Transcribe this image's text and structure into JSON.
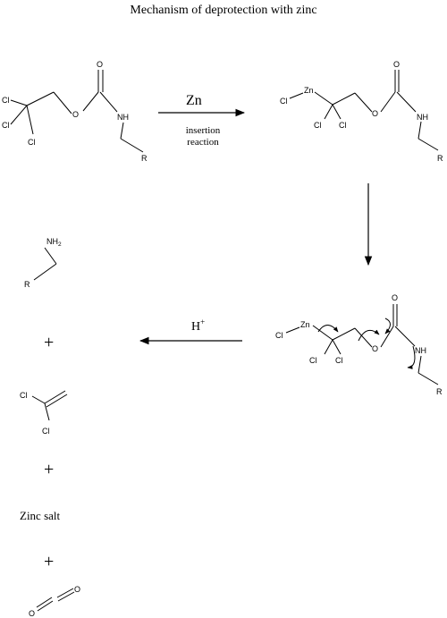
{
  "title": "Mechanism of deprotection with zinc",
  "step1": {
    "reagent": "Zn",
    "condition_line1": "insertion",
    "condition_line2": "reaction"
  },
  "step3": {
    "reagent_base": "H",
    "reagent_charge": "+"
  },
  "atoms": {
    "cl": "Cl",
    "o": "O",
    "nh": "NH",
    "r": "R",
    "zn": "Zn",
    "nh2_base": "NH",
    "nh2_sub": "2"
  },
  "products": {
    "plus": "+",
    "zinc_salt": "Zinc salt"
  }
}
